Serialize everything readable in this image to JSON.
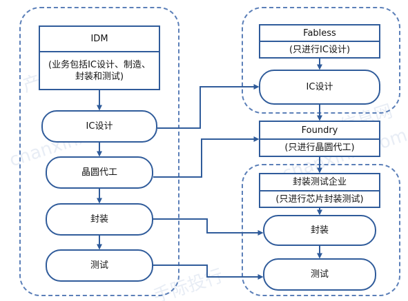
{
  "idm": {
    "title": "IDM",
    "description": "(业务包括IC设计、制造、封装和测试)"
  },
  "idm_flow": {
    "step_design": "IC设计",
    "step_foundry": "晶圆代工",
    "step_packaging": "封装",
    "step_testing": "测试"
  },
  "fabless": {
    "title": "Fabless",
    "description": "(只进行IC设计)",
    "step_design": "IC设计"
  },
  "foundry": {
    "title": "Foundry",
    "description": "(只进行晶圆代工)"
  },
  "osat": {
    "title": "封装测试企业",
    "description": "(只进行芯片封装测试)",
    "step_packaging": "封装",
    "step_testing": "测试"
  },
  "watermark": {
    "cn_1": "产业信息网",
    "en_1": "chanxinxi.com",
    "cn_2": "产业信息网",
    "en_2": "chanxinxi.com",
    "cn_3": "手际投行"
  },
  "colors": {
    "line": "#2f5b9a",
    "dashed_group": "#5b7fb8"
  }
}
